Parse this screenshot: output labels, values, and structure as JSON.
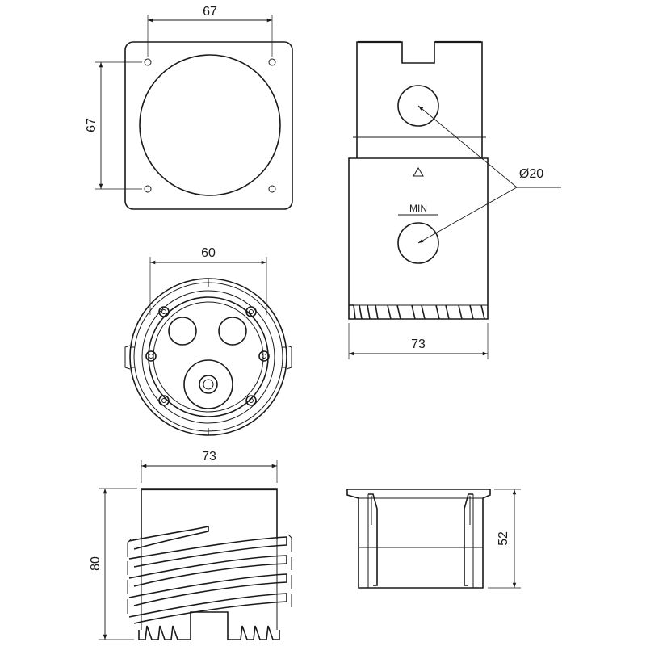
{
  "dimensions": {
    "top_view_width": "67",
    "top_view_height": "67",
    "hole_diameter": "Ø20",
    "side_view_width": "73",
    "bottom_view_width": "60",
    "screw_view_width": "73",
    "screw_view_height": "80",
    "section_view_height": "52"
  },
  "labels": {
    "min_mark": "MIN",
    "arrow_mark": "Δ"
  }
}
